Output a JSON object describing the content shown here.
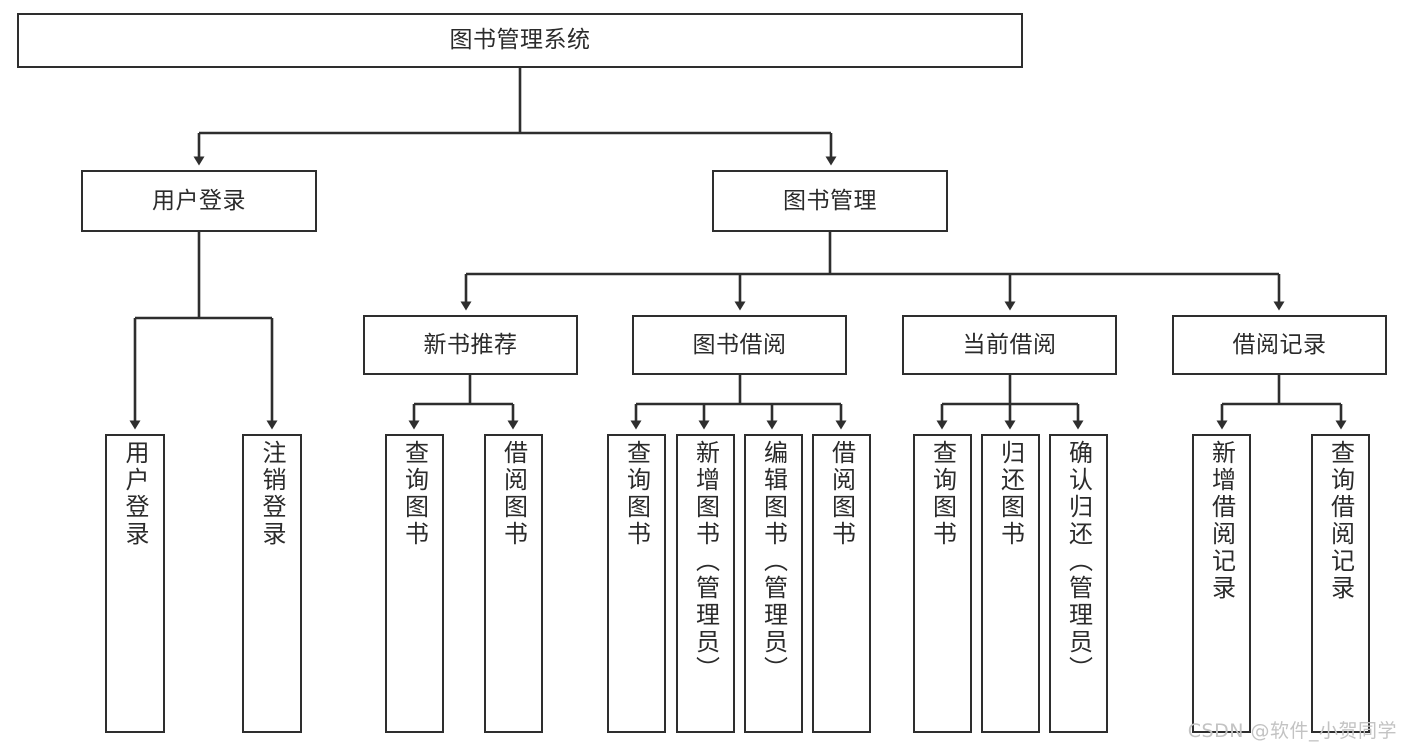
{
  "diagram": {
    "title": "图书管理系统",
    "type": "tree-hierarchy-diagram",
    "root": {
      "label": "图书管理系统"
    },
    "level2": [
      {
        "label": "用户登录"
      },
      {
        "label": "图书管理"
      }
    ],
    "level3": [
      {
        "label": "新书推荐"
      },
      {
        "label": "图书借阅"
      },
      {
        "label": "当前借阅"
      },
      {
        "label": "借阅记录"
      }
    ],
    "leaves": {
      "user_login": [
        {
          "label": "用户登录"
        },
        {
          "label": "注销登录"
        }
      ],
      "new_book_recommend": [
        {
          "label": "查询图书"
        },
        {
          "label": "借阅图书"
        }
      ],
      "book_borrow": [
        {
          "label": "查询图书"
        },
        {
          "label": "新增图书（管理员）"
        },
        {
          "label": "编辑图书（管理员）"
        },
        {
          "label": "借阅图书"
        }
      ],
      "current_borrow": [
        {
          "label": "查询图书"
        },
        {
          "label": "归还图书"
        },
        {
          "label": "确认归还（管理员）"
        }
      ],
      "borrow_records": [
        {
          "label": "新增借阅记录"
        },
        {
          "label": "查询借阅记录"
        }
      ]
    }
  },
  "watermark": {
    "text": "CSDN @软件_小贺同学"
  },
  "colors": {
    "box_border": "#2e2e2e",
    "box_fill": "#ffffff",
    "text": "#2b2b2b",
    "connector": "#2e2e2e",
    "watermark": "#c3c3c3",
    "background": "#ffffff"
  }
}
